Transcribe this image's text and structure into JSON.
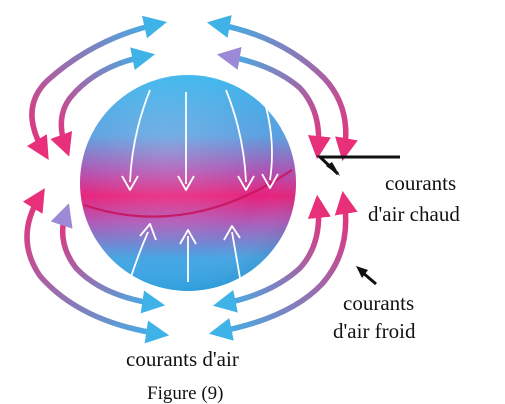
{
  "labels": {
    "warm_line1": "courants",
    "warm_line2": "d'air chaud",
    "cold_line1": "courants",
    "cold_line2": "d'air froid",
    "caption": "courants d'air",
    "figure": "Figure (9)"
  },
  "colors": {
    "warm": "#e8307a",
    "cold": "#3fb2e8",
    "mid": "#a889d0",
    "pointer": "#111111",
    "globe_top": "#3bb0e8",
    "globe_band": "#e8207a",
    "globe_bottom": "#3aa8e4"
  }
}
